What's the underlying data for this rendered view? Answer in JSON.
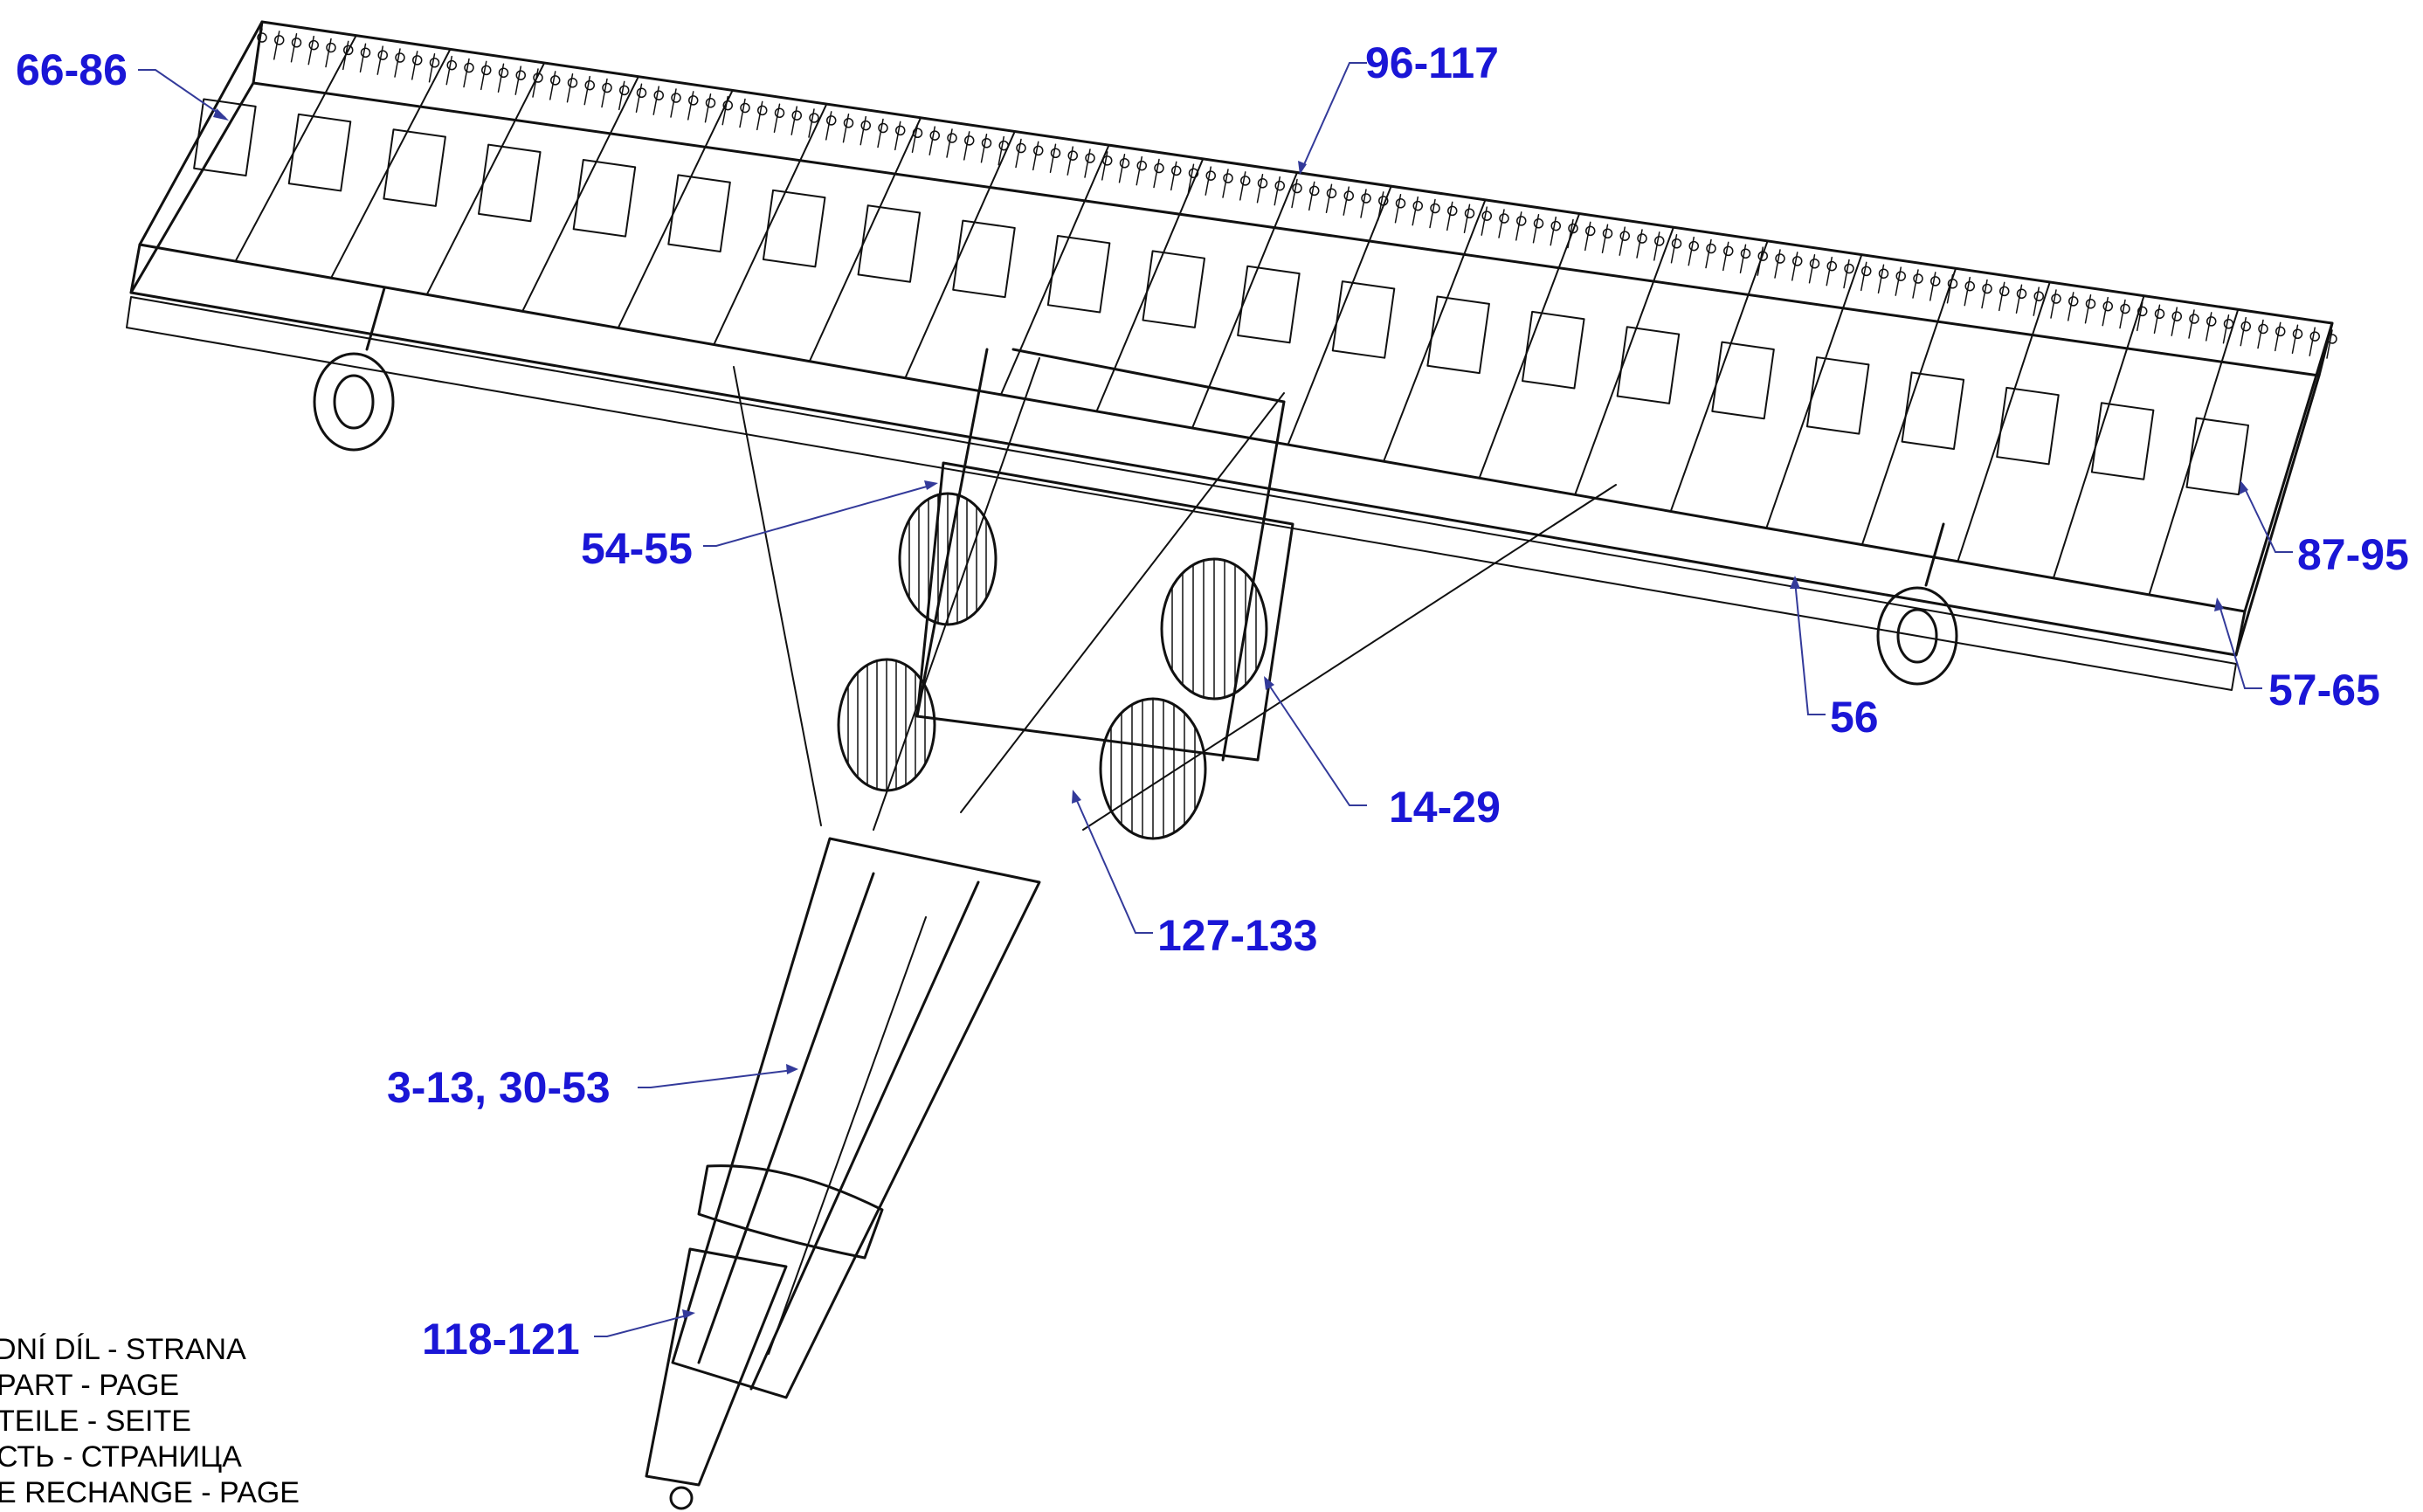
{
  "callouts": [
    {
      "id": "66-86",
      "label": "66-86"
    },
    {
      "id": "96-117",
      "label": "96-117"
    },
    {
      "id": "54-55",
      "label": "54-55"
    },
    {
      "id": "87-95",
      "label": "87-95"
    },
    {
      "id": "57-65",
      "label": "57-65"
    },
    {
      "id": "56",
      "label": "56"
    },
    {
      "id": "14-29",
      "label": "14-29"
    },
    {
      "id": "127-133",
      "label": "127-133"
    },
    {
      "id": "3-13-30-53",
      "label": "3-13, 30-53"
    },
    {
      "id": "118-121",
      "label": "118-121"
    }
  ],
  "legend": [
    "DNÍ DÍL - STRANA",
    "PART - PAGE",
    "TEILE - SEITE",
    "СТЬ - СТРАНИЦА",
    "E RECHANGE - PAGE"
  ],
  "colors": {
    "callout_text": "#1a16d6",
    "leader_line": "#333a9a",
    "line_art": "#111111"
  }
}
